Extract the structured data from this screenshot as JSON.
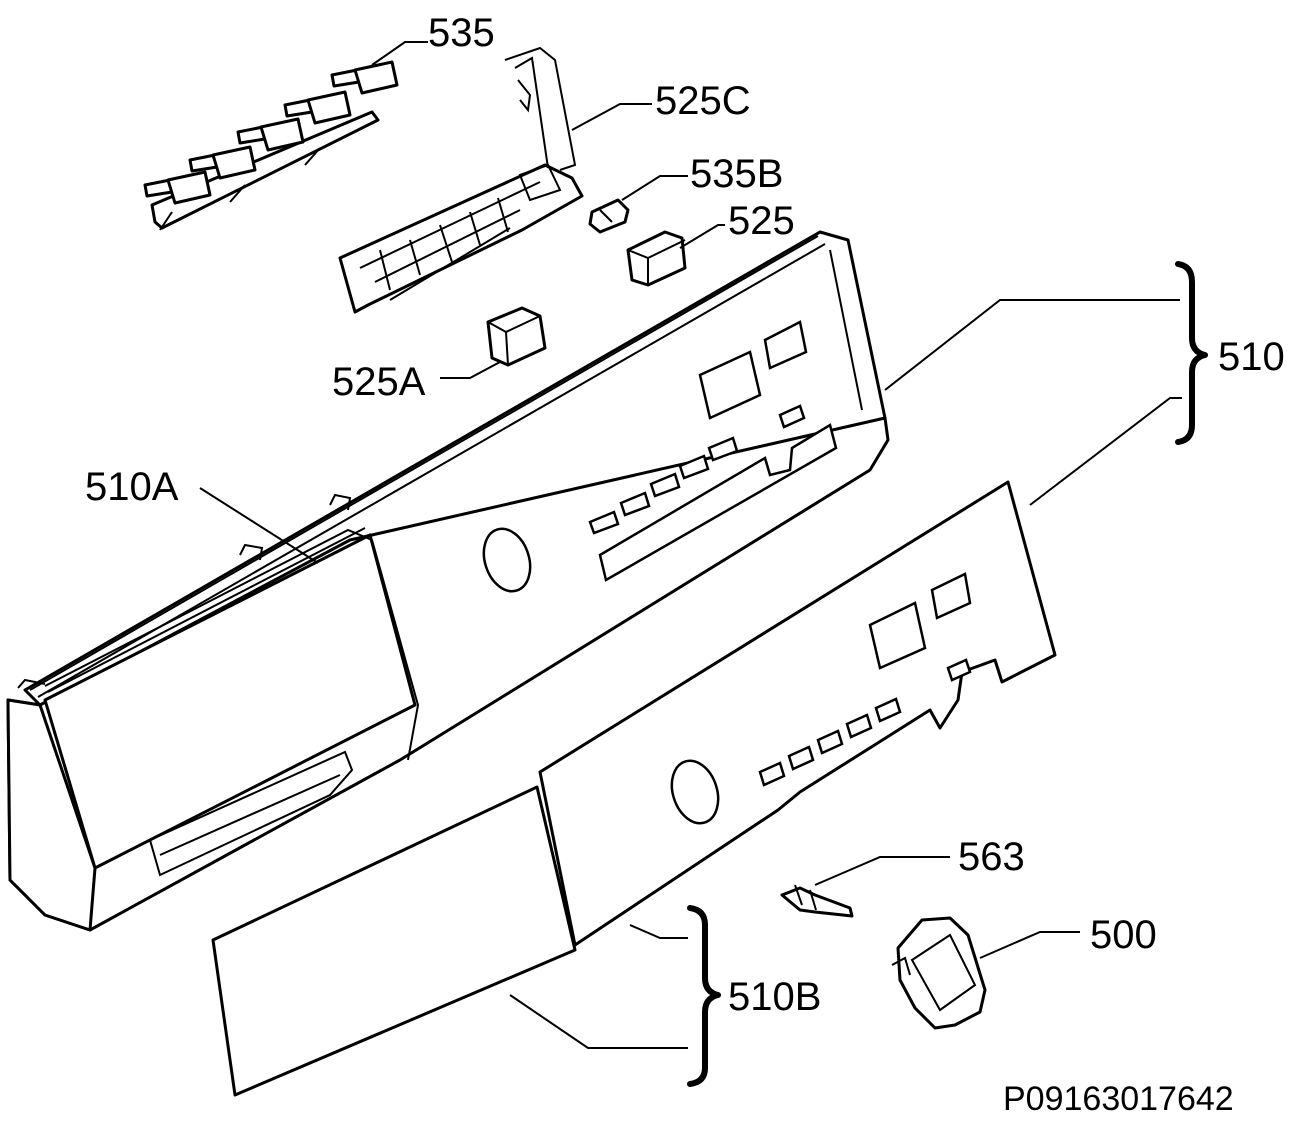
{
  "diagram": {
    "labels": {
      "p535": "535",
      "p525c": "525C",
      "p535b": "535B",
      "p525": "525",
      "p510": "510",
      "p525a": "525A",
      "p510a": "510A",
      "p563": "563",
      "p500": "500",
      "p510b": "510B"
    },
    "drawing_number": "P09163017642"
  }
}
